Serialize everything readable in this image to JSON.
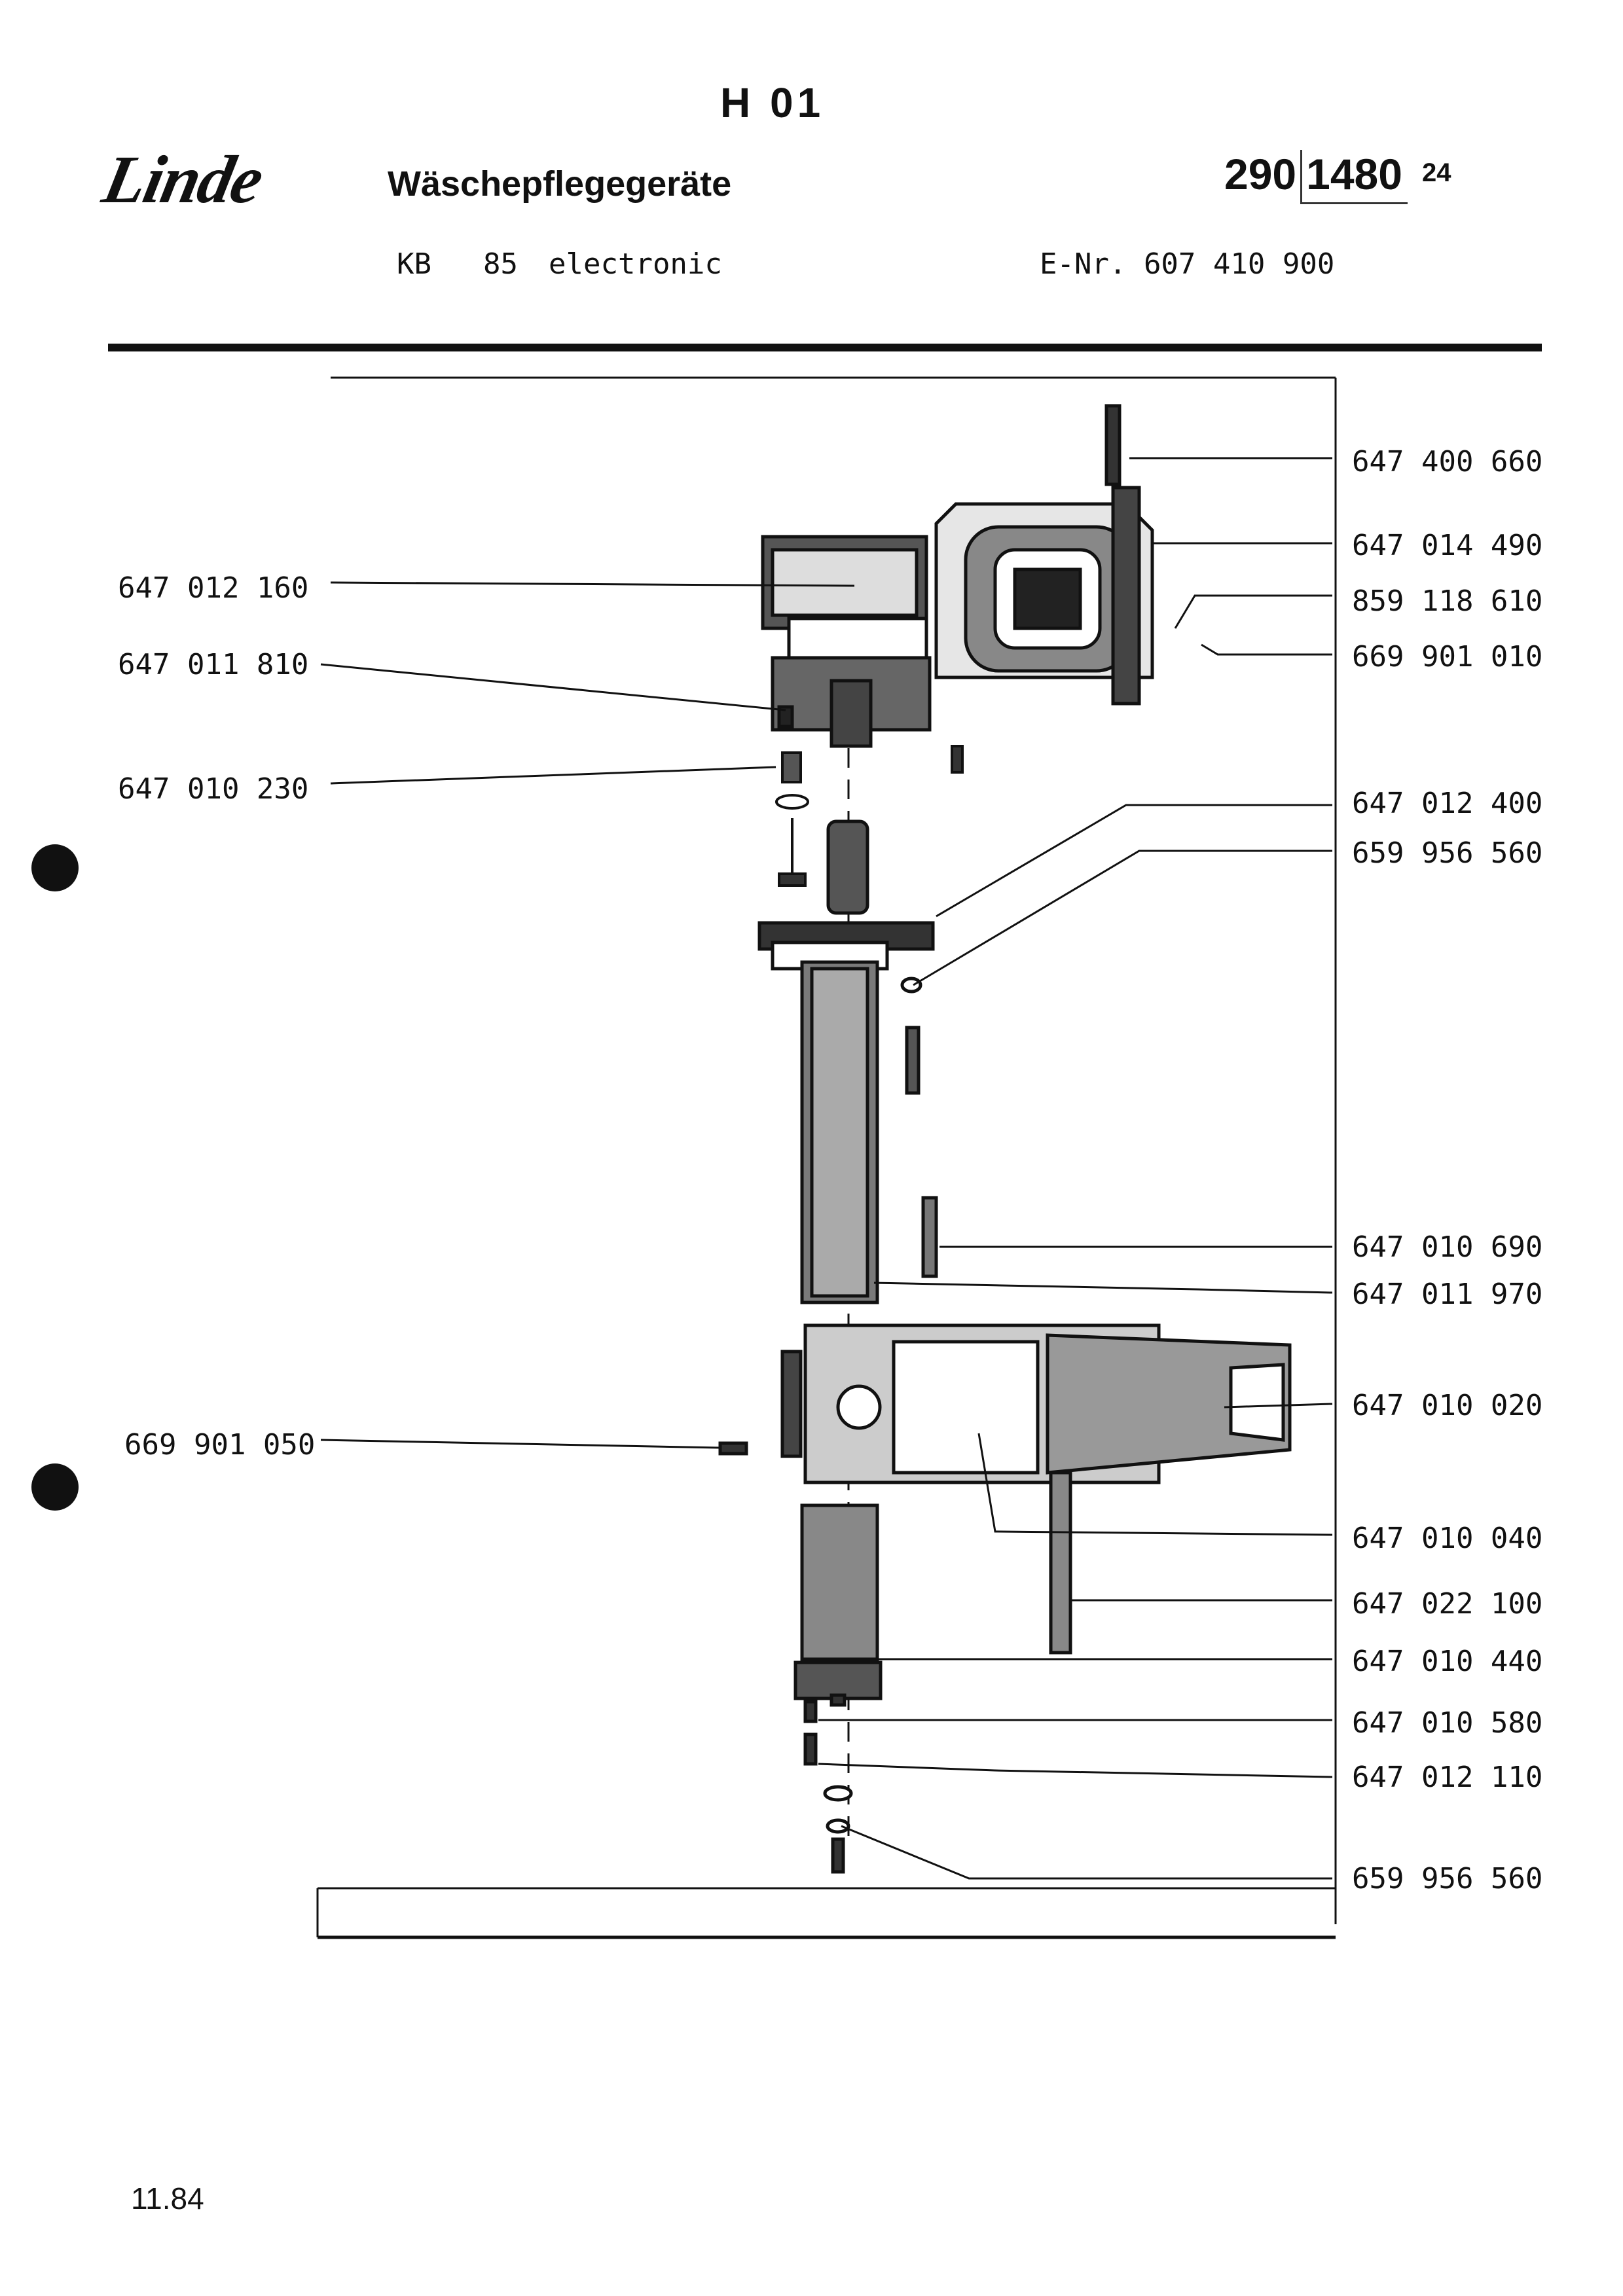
{
  "header": {
    "sheet_code": "H 01",
    "brand": "Linde",
    "category": "Wäschepflegegeräte",
    "part_number": {
      "main": "290",
      "middle": "1480",
      "suffix": "24"
    },
    "model": {
      "type": "KB",
      "number": "85",
      "variant": "electronic"
    },
    "e_number": "E-Nr. 607 410 900"
  },
  "parts": {
    "right": [
      "647 400 660",
      "647 014 490",
      "859 118 610",
      "669 901 010",
      "647 012 400",
      "659 956 560",
      "647 010 690",
      "647 011 970",
      "647 010 020",
      "647 010 040",
      "647 022 100",
      "647 010 440",
      "647 010 580",
      "647 012 110",
      "659 956 560"
    ],
    "left": [
      "647 012 160",
      "647 011 810",
      "647 010 230",
      "669 901 050"
    ]
  },
  "footer": {
    "date": "11.84"
  }
}
